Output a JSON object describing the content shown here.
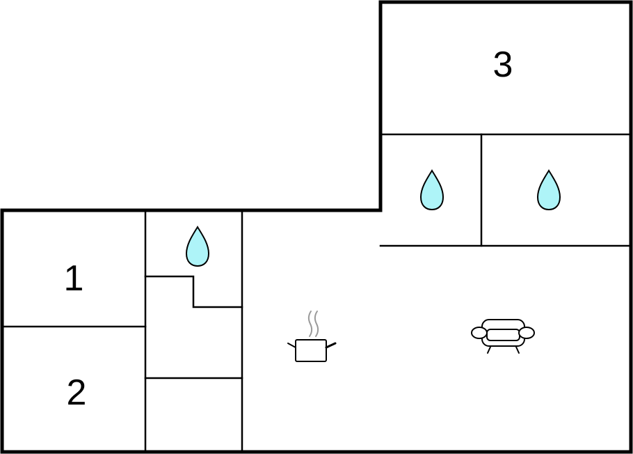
{
  "floorplan": {
    "rooms": {
      "room_1": {
        "label": "1"
      },
      "room_2": {
        "label": "2"
      },
      "room_3": {
        "label": "3"
      }
    },
    "icons": {
      "bathroom_left": "water-drop-icon",
      "bathroom_upper_left": "water-drop-icon",
      "bathroom_upper_right": "water-drop-icon",
      "kitchen": "cooking-pot-icon",
      "living_room": "sofa-icon"
    },
    "colors": {
      "walls": "#000000",
      "background": "#ffffff",
      "water_drop": "#aef4f8",
      "steam": "#9a9a9a"
    }
  }
}
